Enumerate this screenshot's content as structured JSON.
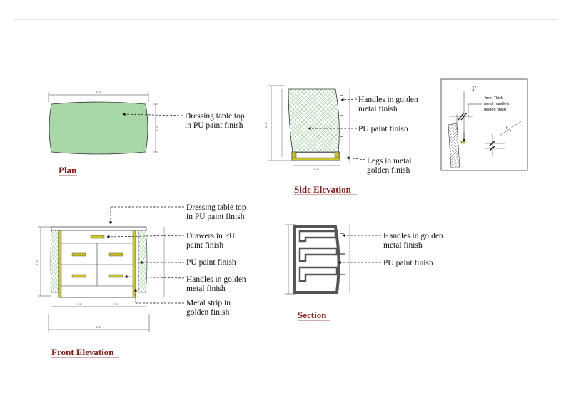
{
  "titles": {
    "plan": "Plan",
    "side_elevation": "Side Elevation",
    "front_elevation": "Front Elevation",
    "section": "Section"
  },
  "plan_notes": [
    "Dressing table top",
    "in PU paint finish"
  ],
  "side_notes": {
    "handles": [
      "Handles in golden",
      "metal finish"
    ],
    "paint": "PU paint finish",
    "legs": [
      "Legs in metal",
      "golden finish"
    ]
  },
  "detail_notes": {
    "dim_a": "1\"",
    "dim_b": "1\"",
    "text": [
      "4mm Thick",
      "metal handle in",
      "golden finish"
    ]
  },
  "front_notes": {
    "top": [
      "Dressing table top",
      "in PU paint finish"
    ],
    "drawers": [
      "Drawers in PU",
      "paint finish"
    ],
    "paint": "PU paint finish",
    "handles": [
      "Handles in golden",
      "metal finish"
    ],
    "strip": [
      "Metal strip in",
      "golden finish"
    ]
  },
  "section_notes": {
    "handles": [
      "Handles in golden",
      "metal finish"
    ],
    "paint": "PU paint finish"
  },
  "dimensions": {
    "plan_width": "3'-0\"",
    "plan_depth": "1'-6\"",
    "side_width": "1'-6\"",
    "side_height": "2'-6\"",
    "front_width": "3'-0\"",
    "front_left": "1'-4\"",
    "front_right": "1'-4\"",
    "front_height": "2'-6\""
  },
  "colors": {
    "top_fill": "#a8d8a8",
    "golden": "#c9c42a",
    "hatch": "#8fce8f",
    "title": "#8b1a1a"
  }
}
